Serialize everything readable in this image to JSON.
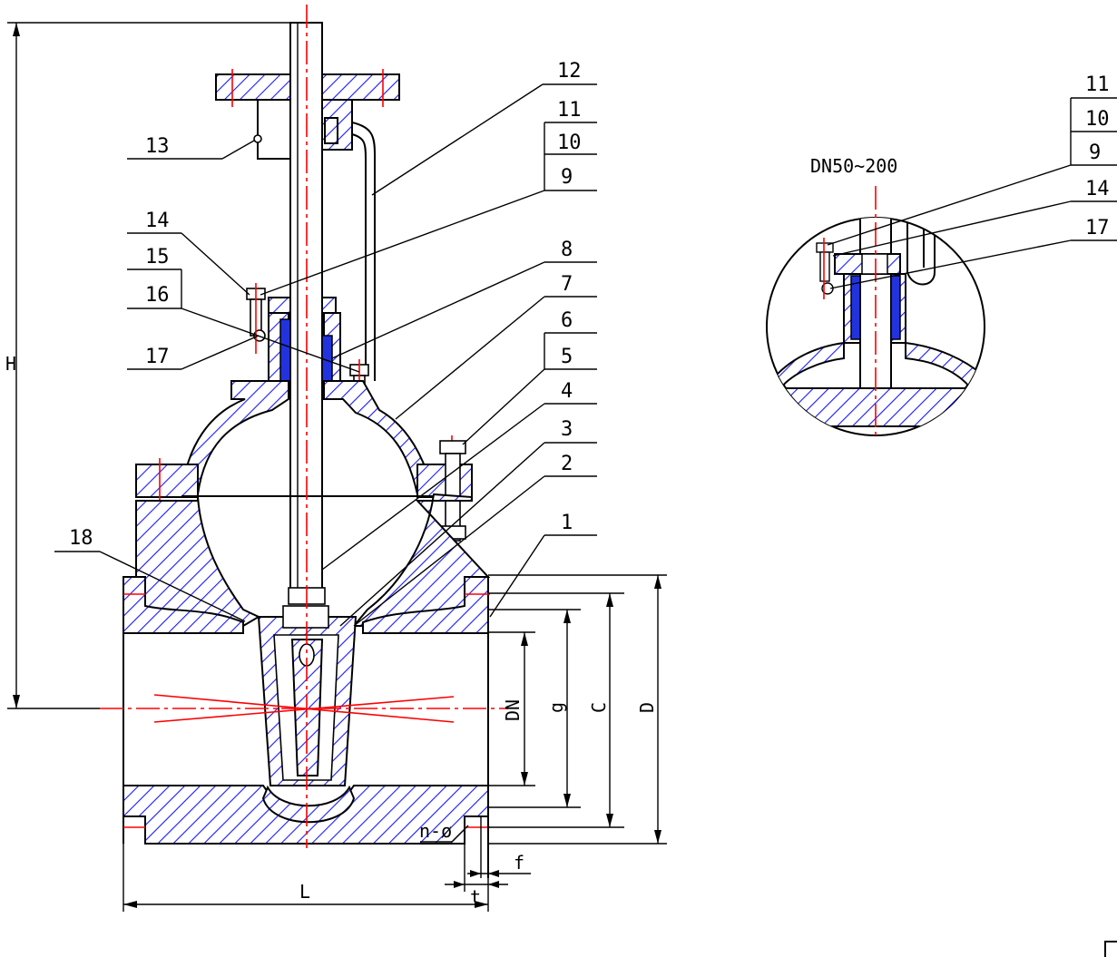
{
  "detail_title": "DN50~200",
  "main_part_labels": [
    "12",
    "11",
    "10",
    "9",
    "13",
    "8",
    "14",
    "15",
    "16",
    "17",
    "7",
    "6",
    "5",
    "4",
    "3",
    "2",
    "18",
    "1"
  ],
  "detail_part_labels": [
    "11",
    "10",
    "9",
    "14",
    "17"
  ],
  "dimension_labels": {
    "height": "H",
    "nominal_diameter": "DN",
    "raised_face_diameter": "g",
    "bolt_circle": "C",
    "flange_diameter": "D",
    "bolt_holes": "n-ø",
    "raised_face_height": "f",
    "flange_thickness": "t",
    "length": "L"
  },
  "colors": {
    "outline": "#000000",
    "hatch": "#1a1aff",
    "centerline": "#ff0000",
    "background": "#ffffff"
  }
}
